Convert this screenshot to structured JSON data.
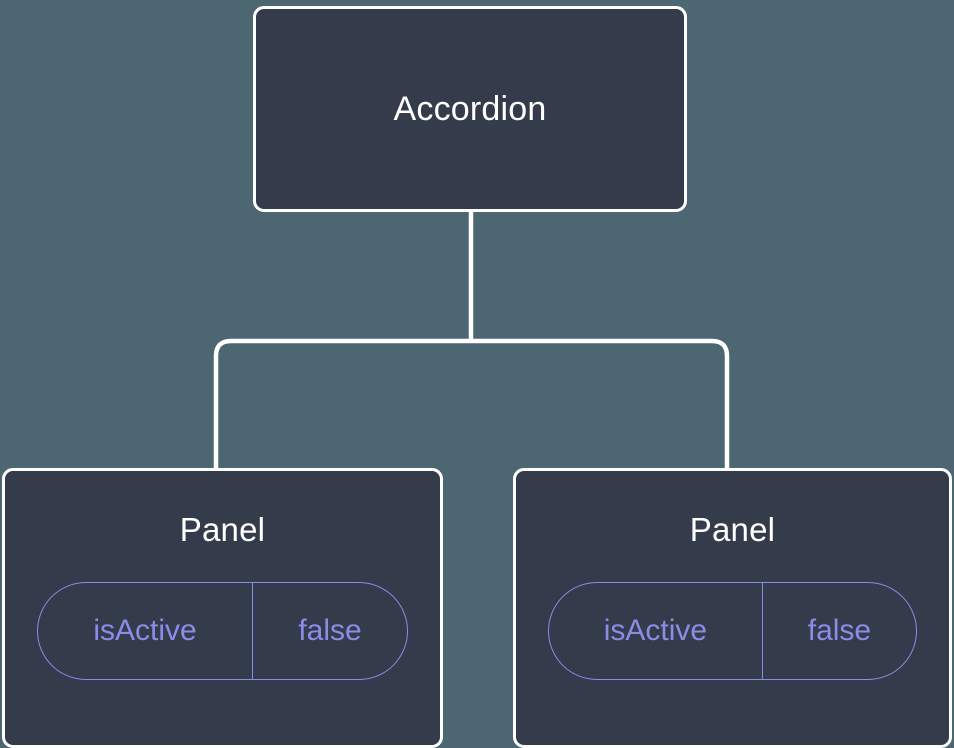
{
  "diagram": {
    "type": "component-tree",
    "background_color": "#4c6672",
    "node_fill_color": "#343b4a",
    "node_border_color": "#ffffff",
    "edge_color": "#ffffff",
    "prop_accent_color": "#8b8ce8",
    "root": {
      "label": "Accordion"
    },
    "children": [
      {
        "label": "Panel",
        "props": [
          {
            "key": "isActive",
            "value": "false"
          }
        ]
      },
      {
        "label": "Panel",
        "props": [
          {
            "key": "isActive",
            "value": "false"
          }
        ]
      }
    ]
  }
}
